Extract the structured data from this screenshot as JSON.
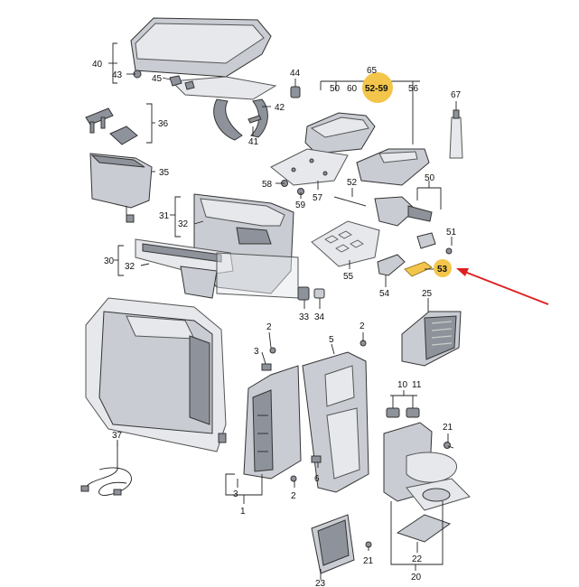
{
  "callouts": [
    {
      "id": "c40",
      "text": "40"
    },
    {
      "id": "c43",
      "text": "43"
    },
    {
      "id": "c45",
      "text": "45"
    },
    {
      "id": "c42",
      "text": "42"
    },
    {
      "id": "c44",
      "text": "44"
    },
    {
      "id": "c41",
      "text": "41"
    },
    {
      "id": "c36",
      "text": "36"
    },
    {
      "id": "c35",
      "text": "35"
    },
    {
      "id": "c65",
      "text": "65"
    },
    {
      "id": "c50a",
      "text": "50"
    },
    {
      "id": "c60",
      "text": "60"
    },
    {
      "id": "c52_59",
      "text": "52-59"
    },
    {
      "id": "c56",
      "text": "56"
    },
    {
      "id": "c67",
      "text": "67"
    },
    {
      "id": "c58",
      "text": "58"
    },
    {
      "id": "c57",
      "text": "57"
    },
    {
      "id": "c59",
      "text": "59"
    },
    {
      "id": "c52",
      "text": "52"
    },
    {
      "id": "c50b",
      "text": "50"
    },
    {
      "id": "c51",
      "text": "51"
    },
    {
      "id": "c31",
      "text": "31"
    },
    {
      "id": "c32a",
      "text": "32"
    },
    {
      "id": "c30",
      "text": "30"
    },
    {
      "id": "c32b",
      "text": "32"
    },
    {
      "id": "c55",
      "text": "55"
    },
    {
      "id": "c54",
      "text": "54"
    },
    {
      "id": "c53",
      "text": "53"
    },
    {
      "id": "c33",
      "text": "33"
    },
    {
      "id": "c34",
      "text": "34"
    },
    {
      "id": "c25",
      "text": "25"
    },
    {
      "id": "c2a",
      "text": "2"
    },
    {
      "id": "c3a",
      "text": "3"
    },
    {
      "id": "c2b",
      "text": "2"
    },
    {
      "id": "c5",
      "text": "5"
    },
    {
      "id": "c10",
      "text": "10"
    },
    {
      "id": "c11",
      "text": "11"
    },
    {
      "id": "c37",
      "text": "37"
    },
    {
      "id": "c21a",
      "text": "21"
    },
    {
      "id": "c21b",
      "text": "21"
    },
    {
      "id": "c3b",
      "text": "3"
    },
    {
      "id": "c2c",
      "text": "2"
    },
    {
      "id": "c6",
      "text": "6"
    },
    {
      "id": "c1",
      "text": "1"
    },
    {
      "id": "c22",
      "text": "22"
    },
    {
      "id": "c21c",
      "text": "21"
    },
    {
      "id": "c23",
      "text": "23"
    },
    {
      "id": "c20",
      "text": "20"
    }
  ],
  "colors": {
    "highlight": "#f3c64b",
    "arrow": "#e02020",
    "part": "#c9ccd2",
    "part_dark": "#8e939b"
  }
}
